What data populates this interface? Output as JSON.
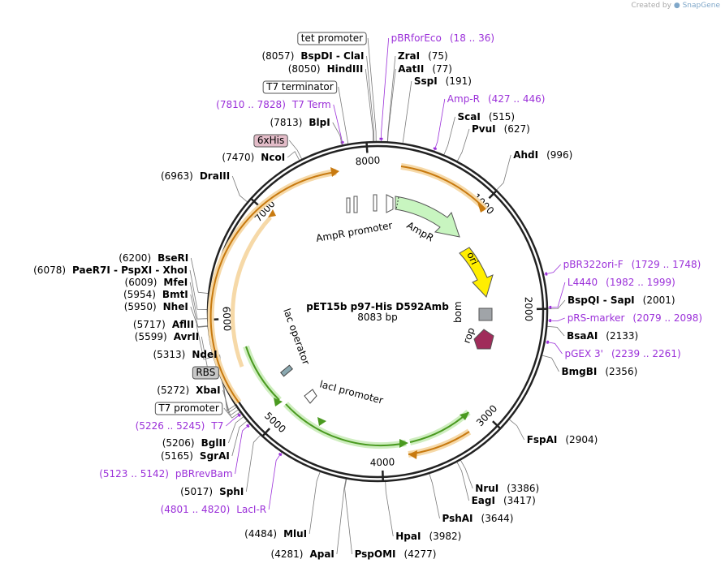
{
  "watermark": {
    "prefix": "Created by",
    "brand": "SnapGene"
  },
  "plasmid": {
    "name": "pET15b p97-His D592Amb",
    "length_label": "8083 bp",
    "length": 8083
  },
  "colors": {
    "primer": "#9b30d9",
    "ampr": "#c8f5c0",
    "ori": "#ffee00",
    "rop": "#a02c5a",
    "bom": "#a0a4a8",
    "orf_orange": "#c87a10",
    "orf_green": "#4a9a20",
    "his_tag": "#e3bcc8",
    "rbs": "#c8c8c8"
  },
  "ticks": [
    {
      "bp": 1000,
      "label": "1000"
    },
    {
      "bp": 2000,
      "label": "2000"
    },
    {
      "bp": 3000,
      "label": "3000"
    },
    {
      "bp": 4000,
      "label": "4000"
    },
    {
      "bp": 5000,
      "label": "5000"
    },
    {
      "bp": 6000,
      "label": "6000"
    },
    {
      "bp": 7000,
      "label": "7000"
    },
    {
      "bp": 8000,
      "label": "8000"
    }
  ],
  "labels": [
    {
      "kind": "feature",
      "side": "left",
      "name": "tet promoter",
      "boxed": true,
      "row": 51,
      "bp": 8072
    },
    {
      "kind": "enzyme",
      "side": "left",
      "pos": "(8057)",
      "name": "BspDI  -  ClaI",
      "row": 73,
      "bp": 8057
    },
    {
      "kind": "enzyme",
      "side": "left",
      "pos": "(8050)",
      "name": "HindIII",
      "row": 89,
      "bp": 8050
    },
    {
      "kind": "feature",
      "side": "left",
      "name": "T7 terminator",
      "boxed": true,
      "row": 111,
      "bp": 7860
    },
    {
      "kind": "primer",
      "side": "left",
      "pos": "(7810 .. 7828)",
      "name": "T7 Term",
      "row": 133,
      "bp": 7819
    },
    {
      "kind": "enzyme",
      "side": "left",
      "pos": "(7813)",
      "name": "BlpI",
      "row": 155,
      "bp": 7813
    },
    {
      "kind": "feature",
      "side": "left",
      "name": "6xHis",
      "boxed": true,
      "fill": "his",
      "row": 177,
      "bp": 7490
    },
    {
      "kind": "enzyme",
      "side": "left",
      "pos": "(7470)",
      "name": "NcoI",
      "row": 198,
      "bp": 7470
    },
    {
      "kind": "enzyme",
      "side": "left",
      "pos": "(6963)",
      "name": "DraIII",
      "row": 221,
      "bp": 6963
    },
    {
      "kind": "enzyme",
      "side": "left",
      "pos": "(6200)",
      "name": "BseRI",
      "row": 322,
      "bp": 6200
    },
    {
      "kind": "enzyme",
      "side": "left",
      "pos": "(6078)",
      "name": "PaeR7I  -  PspXI  -  XhoI",
      "row": 337,
      "bp": 6078
    },
    {
      "kind": "enzyme",
      "side": "left",
      "pos": "(6009)",
      "name": "MfeI",
      "row": 352,
      "bp": 6009
    },
    {
      "kind": "enzyme",
      "side": "left",
      "pos": "(5954)",
      "name": "BmtI",
      "row": 367,
      "bp": 5954
    },
    {
      "kind": "enzyme",
      "side": "left",
      "pos": "(5950)",
      "name": "NheI",
      "row": 382,
      "bp": 5950
    },
    {
      "kind": "enzyme",
      "side": "left",
      "pos": "(5717)",
      "name": "AflII",
      "row": 404,
      "bp": 5717
    },
    {
      "kind": "enzyme",
      "side": "left",
      "pos": "(5599)",
      "name": "AvrII",
      "row": 419,
      "bp": 5599
    },
    {
      "kind": "enzyme",
      "side": "left",
      "pos": "(5313)",
      "name": "NdeI",
      "row": 441,
      "bp": 5313
    },
    {
      "kind": "feature",
      "side": "left",
      "name": "RBS",
      "boxed": true,
      "fill": "rbs",
      "row": 463,
      "bp": 5295
    },
    {
      "kind": "enzyme",
      "side": "left",
      "pos": "(5272)",
      "name": "XbaI",
      "row": 485,
      "bp": 5272
    },
    {
      "kind": "feature",
      "side": "left",
      "name": "T7 promoter",
      "boxed": true,
      "row": 507,
      "bp": 5250
    },
    {
      "kind": "primer",
      "side": "left",
      "pos": "(5226 .. 5245)",
      "name": "T7",
      "row": 529,
      "bp": 5235
    },
    {
      "kind": "enzyme",
      "side": "left",
      "pos": "(5206)",
      "name": "BglII",
      "row": 550,
      "bp": 5206
    },
    {
      "kind": "enzyme",
      "side": "left",
      "pos": "(5165)",
      "name": "SgrAI",
      "row": 566,
      "bp": 5165
    },
    {
      "kind": "primer",
      "side": "left",
      "pos": "(5123 .. 5142)",
      "name": "pBRrevBam",
      "row": 588,
      "bp": 5132
    },
    {
      "kind": "enzyme",
      "side": "left",
      "pos": "(5017)",
      "name": "SphI",
      "row": 610,
      "bp": 5017
    },
    {
      "kind": "primer",
      "side": "left",
      "pos": "(4801 .. 4820)",
      "name": "LacI-R",
      "row": 632,
      "bp": 4810
    },
    {
      "kind": "enzyme",
      "side": "left",
      "pos": "(4484)",
      "name": "MluI",
      "row": 662,
      "bp": 4484
    },
    {
      "kind": "enzyme",
      "side": "left",
      "pos": "(4281)",
      "name": "ApaI",
      "row": 687,
      "bp": 4281
    },
    {
      "kind": "primer",
      "side": "right",
      "pos": "(18 .. 36)",
      "name": "pBRforEco",
      "row": 51,
      "bp": 27
    },
    {
      "kind": "enzyme",
      "side": "right",
      "pos": "(75)",
      "name": "ZraI",
      "row": 73,
      "bp": 75
    },
    {
      "kind": "enzyme",
      "side": "right",
      "pos": "(77)",
      "name": "AatII",
      "row": 89,
      "bp": 77
    },
    {
      "kind": "enzyme",
      "side": "right",
      "pos": "(191)",
      "name": "SspI",
      "row": 104,
      "bp": 191
    },
    {
      "kind": "primer",
      "side": "right",
      "pos": "(427 .. 446)",
      "name": "Amp-R",
      "row": 126,
      "bp": 436
    },
    {
      "kind": "enzyme",
      "side": "right",
      "pos": "(515)",
      "name": "ScaI",
      "row": 148,
      "bp": 515
    },
    {
      "kind": "enzyme",
      "side": "right",
      "pos": "(627)",
      "name": "PvuI",
      "row": 163,
      "bp": 627
    },
    {
      "kind": "enzyme",
      "side": "right",
      "pos": "(996)",
      "name": "AhdI",
      "row": 195,
      "bp": 996
    },
    {
      "kind": "primer",
      "side": "right",
      "pos": "(1729 .. 1748)",
      "name": "pBR322ori-F",
      "row": 330,
      "bp": 1738
    },
    {
      "kind": "primer",
      "side": "right",
      "pos": "(1982 .. 1999)",
      "name": "L4440",
      "row": 352,
      "bp": 1990
    },
    {
      "kind": "enzyme",
      "side": "right",
      "pos": "(2001)",
      "name": "BspQI  -  SapI",
      "row": 374,
      "bp": 2001
    },
    {
      "kind": "primer",
      "side": "right",
      "pos": "(2079 .. 2098)",
      "name": "pRS-marker",
      "row": 396,
      "bp": 2088
    },
    {
      "kind": "enzyme",
      "side": "right",
      "pos": "(2133)",
      "name": "BsaAI",
      "row": 418,
      "bp": 2133
    },
    {
      "kind": "primer",
      "side": "right",
      "pos": "(2239 .. 2261)",
      "name": "pGEX 3'",
      "row": 440,
      "bp": 2250
    },
    {
      "kind": "enzyme",
      "side": "right",
      "pos": "(2356)",
      "name": "BmgBI",
      "row": 462,
      "bp": 2356
    },
    {
      "kind": "enzyme",
      "side": "right",
      "pos": "(2904)",
      "name": "FspAI",
      "row": 546,
      "bp": 2904
    },
    {
      "kind": "enzyme",
      "side": "right",
      "pos": "(3386)",
      "name": "NruI",
      "row": 606,
      "bp": 3386
    },
    {
      "kind": "enzyme",
      "side": "right",
      "pos": "(3417)",
      "name": "EagI",
      "row": 621,
      "bp": 3417
    },
    {
      "kind": "enzyme",
      "side": "right",
      "pos": "(3644)",
      "name": "PshAI",
      "row": 643,
      "bp": 3644
    },
    {
      "kind": "enzyme",
      "side": "right",
      "pos": "(3982)",
      "name": "HpaI",
      "row": 665,
      "bp": 3982
    },
    {
      "kind": "enzyme",
      "side": "right",
      "pos": "(4277)",
      "name": "PspOMI",
      "row": 687,
      "bp": 4277
    }
  ],
  "inner": {
    "ampr_promoter": "AmpR promoter",
    "ampr": "AmpR",
    "ori": "ori",
    "bom": "bom",
    "rop": "rop",
    "lac_operator": "lac operator",
    "laci_promoter": "lacI promoter"
  }
}
